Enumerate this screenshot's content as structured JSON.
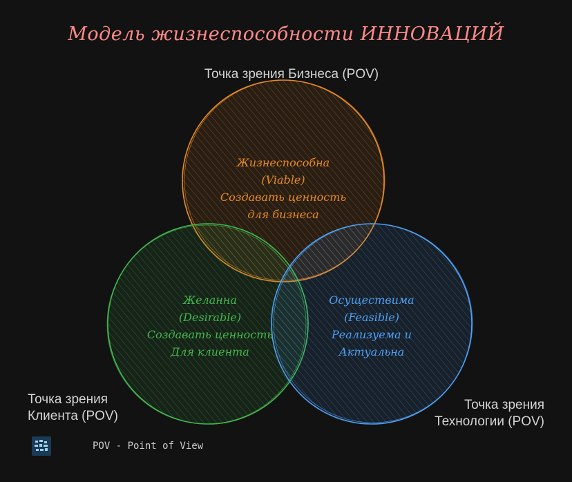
{
  "title": "Модель жизнеспособности ИННОВАЦИЙ",
  "pov_business": "Точка зрения Бизнеса (POV)",
  "pov_client": [
    "Точка зрения",
    "Клиента (POV)"
  ],
  "pov_tech": [
    "Точка зрения",
    "Технологии (POV)"
  ],
  "circles": {
    "business": {
      "color": "#e98a25",
      "lines": [
        "Жизнеспособна",
        "(Viable)",
        "Создавать ценность",
        "для бизнеса"
      ]
    },
    "client": {
      "color": "#42b84f",
      "lines": [
        "Желанна",
        "(Desirable)",
        "Создавать ценность",
        "Для клиента"
      ]
    },
    "technology": {
      "color": "#4ea1f5",
      "lines": [
        "Осуществима",
        "(Feasible)",
        "Реализуема и",
        "Актуальна"
      ]
    }
  },
  "footnote": "POV - Point of View",
  "logo_icon": "grid-logo-icon"
}
